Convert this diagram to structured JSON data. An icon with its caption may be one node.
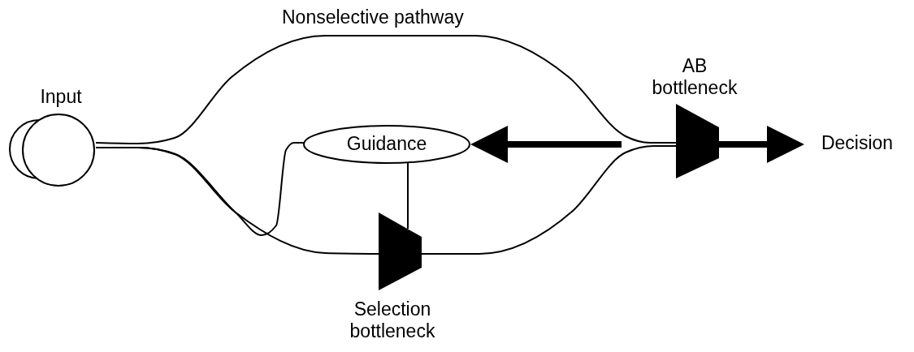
{
  "diagram": {
    "nodes": [
      {
        "text": [
          "Input"
        ]
      },
      {
        "text": [
          "Guidance"
        ]
      },
      {
        "text": [
          "Selection bottleneck"
        ]
      },
      {
        "text": [
          "AB bottleneck"
        ]
      },
      {
        "text": [
          "Decision"
        ]
      }
    ],
    "edges": [
      {
        "from": 0,
        "to": 3,
        "arrow": "none",
        "label": "Nonselective pathway"
      },
      {
        "from": 0,
        "to": 2,
        "arrow": "none"
      },
      {
        "from": 0,
        "to": 1,
        "arrow": "none"
      },
      {
        "from": 1,
        "to": 2,
        "arrow": "none"
      },
      {
        "from": 2,
        "to": 3,
        "arrow": "none"
      },
      {
        "from": 3,
        "to": 4,
        "arrow": "to",
        "style": "thick"
      },
      {
        "from": null,
        "to": 1,
        "arrow": "to",
        "style": "thick"
      }
    ]
  }
}
